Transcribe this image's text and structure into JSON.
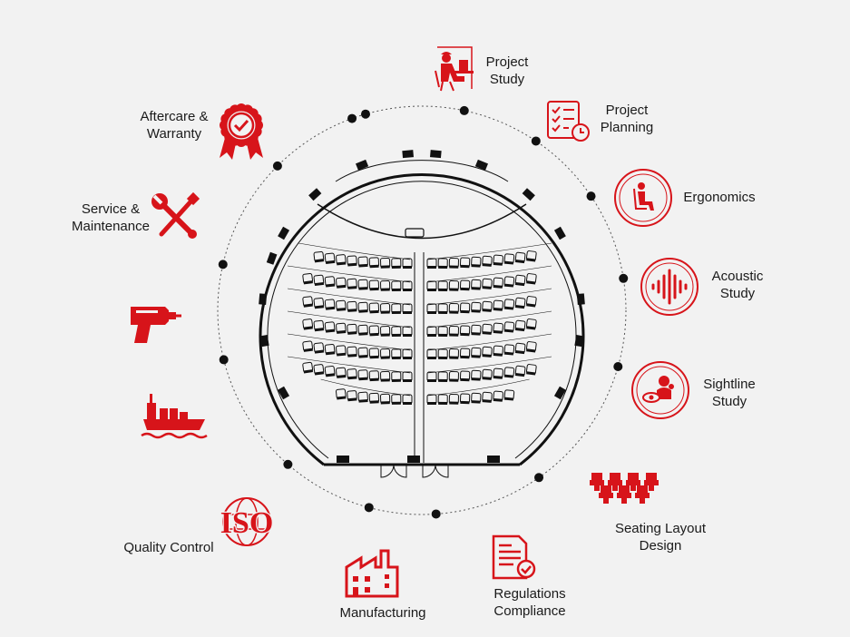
{
  "colors": {
    "background": "#f2f2f2",
    "accent": "#d7141a",
    "ring_dots": "#111111",
    "line": "#1a1a1a"
  },
  "services": [
    {
      "id": "project-study",
      "lines": [
        "Project",
        "Study"
      ],
      "icon": "worker-desk-icon"
    },
    {
      "id": "project-planning",
      "lines": [
        "Project",
        "Planning"
      ],
      "icon": "checklist-clock-icon"
    },
    {
      "id": "ergonomics",
      "lines": [
        "Ergonomics"
      ],
      "icon": "seated-person-icon"
    },
    {
      "id": "acoustic-study",
      "lines": [
        "Acoustic",
        "Study"
      ],
      "icon": "sound-wave-icon"
    },
    {
      "id": "sightline-study",
      "lines": [
        "Sightline",
        "Study"
      ],
      "icon": "eye-audience-icon"
    },
    {
      "id": "seating-layout-design",
      "lines": [
        "Seating Layout",
        "Design"
      ],
      "icon": "seat-rows-icon"
    },
    {
      "id": "regulations-compliance",
      "lines": [
        "Regulations",
        "Compliance"
      ],
      "icon": "document-check-icon"
    },
    {
      "id": "manufacturing",
      "lines": [
        "Manufacturing"
      ],
      "icon": "factory-icon"
    },
    {
      "id": "quality-control",
      "lines": [
        "Quality Control"
      ],
      "icon": "iso-seal-icon"
    },
    {
      "id": "shipping",
      "lines": [],
      "icon": "cargo-ship-icon"
    },
    {
      "id": "installation",
      "lines": [],
      "icon": "power-drill-icon"
    },
    {
      "id": "service-maintenance",
      "lines": [
        "Service &",
        "Maintenance"
      ],
      "icon": "wrench-screwdriver-icon"
    },
    {
      "id": "aftercare-warranty",
      "lines": [
        "Aftercare &",
        "Warranty"
      ],
      "icon": "warranty-badge-icon"
    }
  ],
  "iso_text": "ISO",
  "auditorium": {
    "left_rows": [
      9,
      10,
      10,
      10,
      10,
      10,
      7
    ],
    "right_rows": [
      10,
      10,
      10,
      10,
      10,
      10,
      8
    ]
  }
}
